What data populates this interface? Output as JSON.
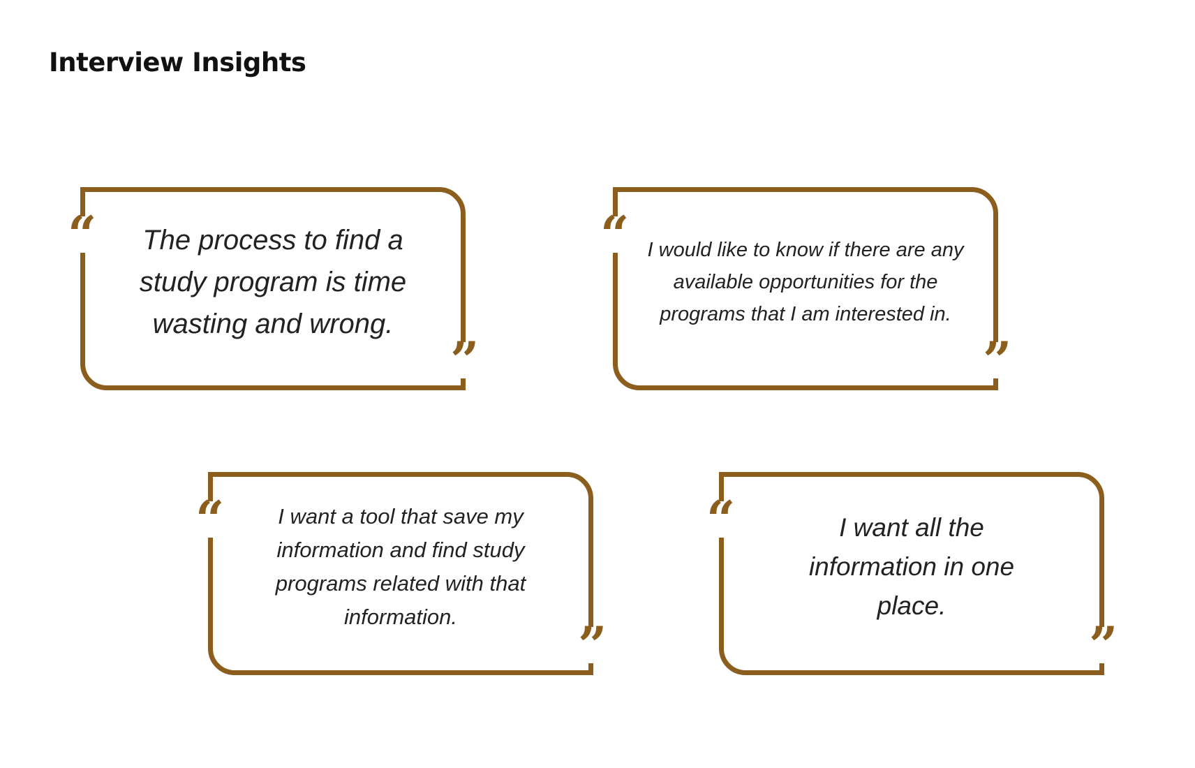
{
  "title": "Interview Insights",
  "accent_color": "#8C5E1E",
  "quotes": [
    {
      "text": "The process to find a study program is time wasting and wrong."
    },
    {
      "text": "I would like to know if there are any available opportunities for the programs that I am interested in."
    },
    {
      "text": "I want a tool that save my information and find study programs related with that information."
    },
    {
      "text": "I want all the information in one place."
    }
  ],
  "quote_open": "“",
  "quote_close": "”"
}
